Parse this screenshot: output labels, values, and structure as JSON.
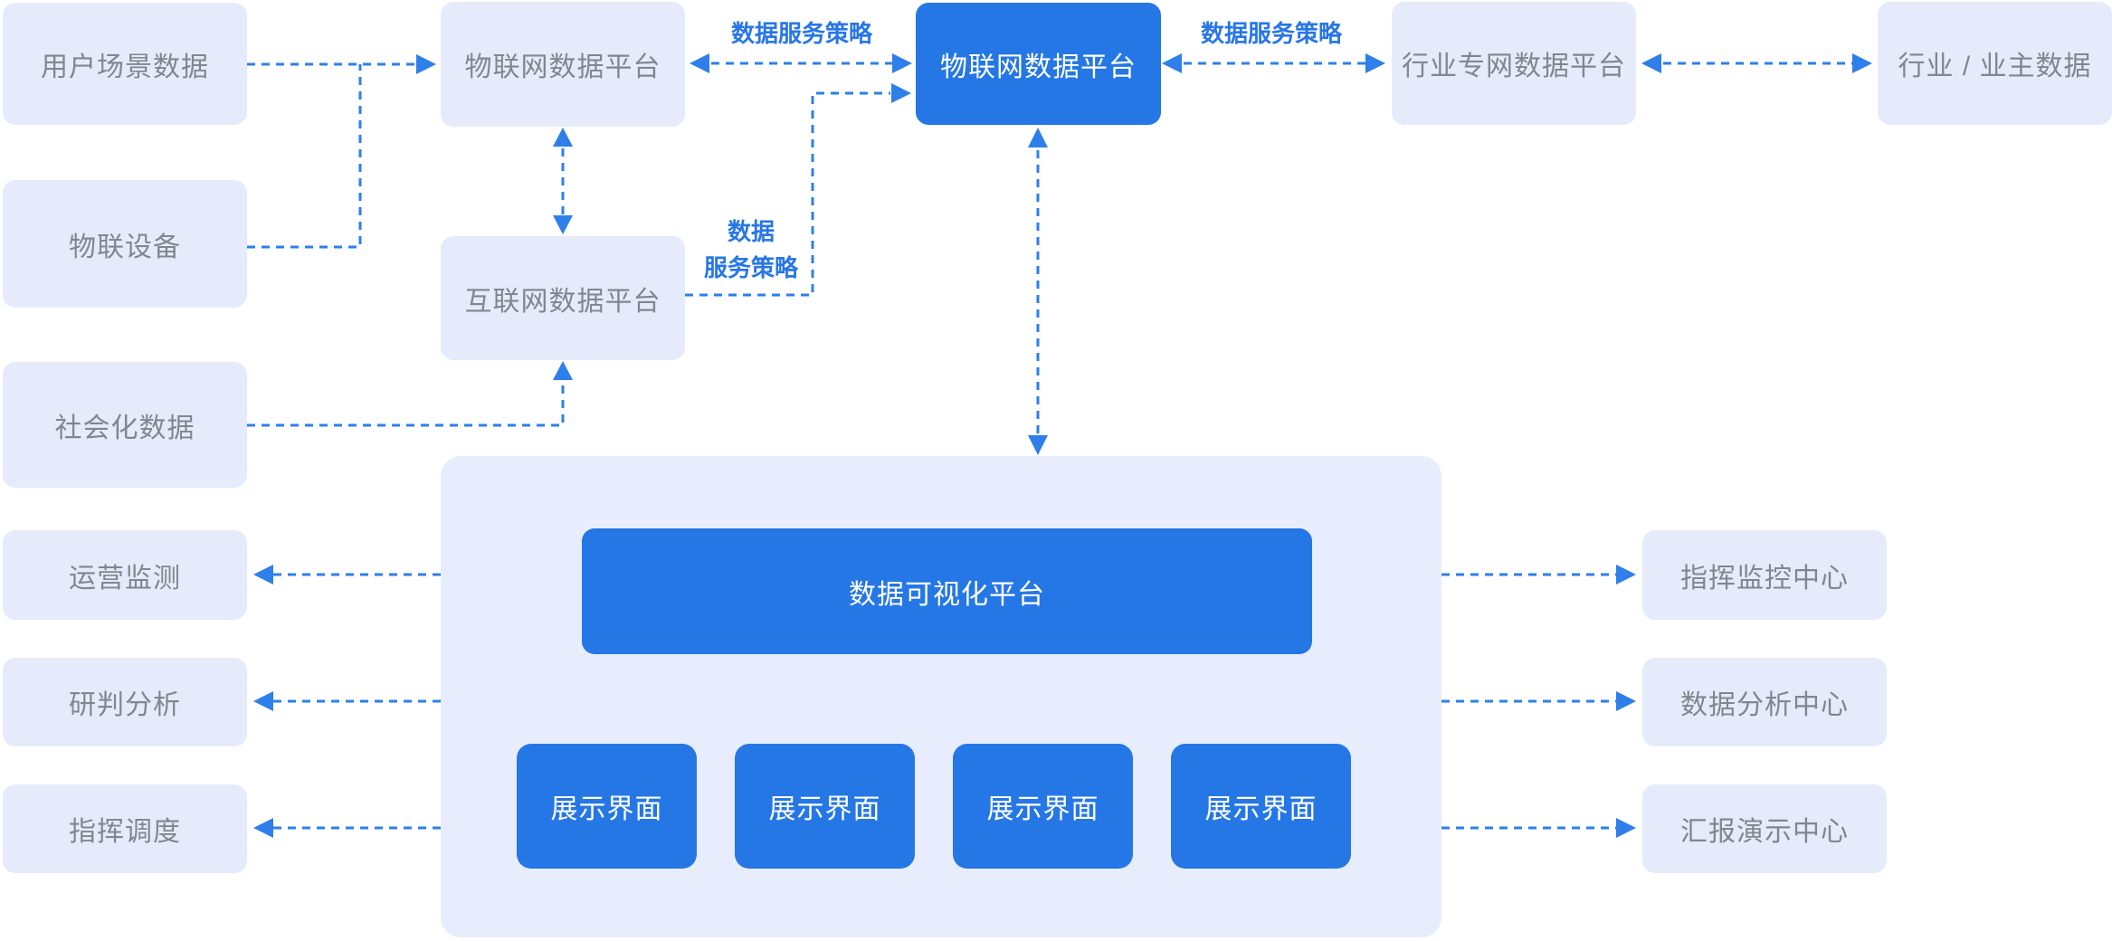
{
  "diagram_type": "dataflow-architecture",
  "colors": {
    "node_blue": "#2577E5",
    "light_node_fill": "#E5EBFA",
    "container_fill": "#E7EDFC",
    "arrow_blue": "#2E7FEA",
    "edge_label_blue": "#2876E8",
    "gray_text": "#81868F"
  },
  "nodes": {
    "user_scene_data": {
      "label": "用户场景数据"
    },
    "iot_devices": {
      "label": "物联设备"
    },
    "social_data": {
      "label": "社会化数据"
    },
    "operation_monitoring": {
      "label": "运营监测"
    },
    "analysis_judgment": {
      "label": "研判分析"
    },
    "command_dispatch": {
      "label": "指挥调度"
    },
    "iot_data_platform_left": {
      "label": "物联网数据平台"
    },
    "internet_data_platform": {
      "label": "互联网数据平台"
    },
    "iot_data_platform_center": {
      "label": "物联网数据平台"
    },
    "industry_private_network_platform": {
      "label": "行业专网数据平台"
    },
    "industry_owner_data": {
      "label": "行业 / 业主数据"
    },
    "data_visualization_platform": {
      "label": "数据可视化平台"
    },
    "display_interfaces": [
      "展示界面",
      "展示界面",
      "展示界面",
      "展示界面"
    ],
    "command_monitoring_center": {
      "label": "指挥监控中心"
    },
    "data_analysis_center": {
      "label": "数据分析中心"
    },
    "report_presentation_center": {
      "label": "汇报演示中心"
    }
  },
  "edge_labels": {
    "left_service_policy": "数据服务策略",
    "right_service_policy": "数据服务策略",
    "internet_service_policy_line1": "数据",
    "internet_service_policy_line2": "服务策略"
  }
}
